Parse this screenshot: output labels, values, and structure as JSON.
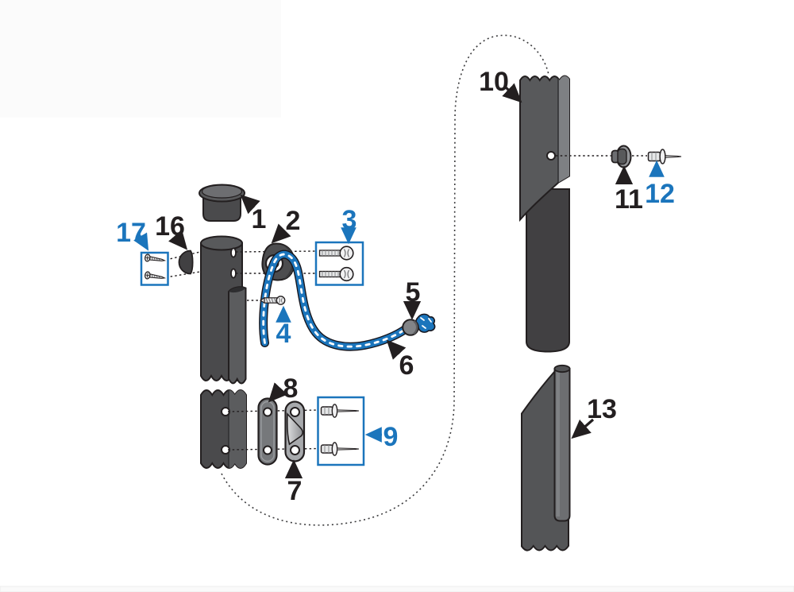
{
  "diagram": {
    "kind": "exploded-assembly-diagram",
    "subject": "flagpole sections with halyard rope, cleat and fasteners",
    "background": "#ffffff",
    "palette": {
      "accent_blue": "#1b75bc",
      "ink": "#231f20",
      "pole_dark": "#4a4a4c",
      "pole_mid": "#58595b",
      "pole_light": "#7e8083",
      "metal_light": "#ececec",
      "rope_blue": "#1b75bc",
      "rope_fleck": "#ffffff"
    }
  },
  "labels": {
    "p1": {
      "text": "1",
      "color": "ink",
      "part": "pole-top-cap"
    },
    "p2": {
      "text": "2",
      "color": "ink",
      "part": "rope-guide-cleat"
    },
    "p3": {
      "text": "3",
      "color": "blue",
      "part": "screw-pair-box-right"
    },
    "p4": {
      "text": "4",
      "color": "blue",
      "part": "small-screw"
    },
    "p5": {
      "text": "5",
      "color": "ink",
      "part": "rope-stop-ball"
    },
    "p6": {
      "text": "6",
      "color": "ink",
      "part": "halyard-rope"
    },
    "p7": {
      "text": "7",
      "color": "ink",
      "part": "cleat-bracket"
    },
    "p8": {
      "text": "8",
      "color": "ink",
      "part": "spacer-plate"
    },
    "p9": {
      "text": "9",
      "color": "blue",
      "part": "rivet-pair-box"
    },
    "p10": {
      "text": "10",
      "color": "ink",
      "part": "upper-right-pole-section"
    },
    "p11": {
      "text": "11",
      "color": "ink",
      "part": "button-grommet"
    },
    "p12": {
      "text": "12",
      "color": "blue",
      "part": "pop-rivet"
    },
    "p13": {
      "text": "13",
      "color": "ink",
      "part": "lower-right-pole-section"
    },
    "p16": {
      "text": "16",
      "color": "ink",
      "part": "hole-plug-cap"
    },
    "p17": {
      "text": "17",
      "color": "blue",
      "part": "screw-pair-box-left"
    }
  }
}
